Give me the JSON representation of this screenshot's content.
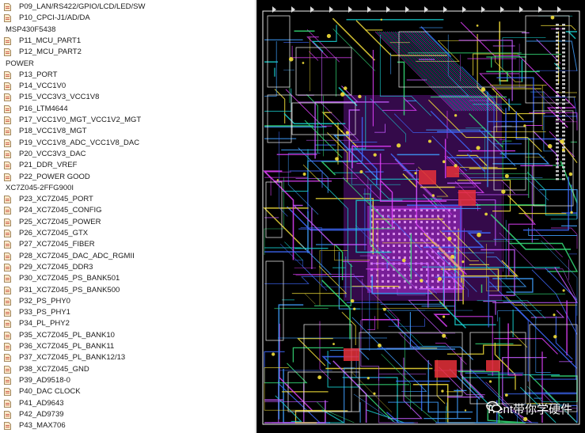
{
  "tree": [
    {
      "type": "page",
      "label": "P09_LAN/RS422/GPIO/LCD/LED/SW"
    },
    {
      "type": "page",
      "label": "P10_CPCI-J1/AD/DA"
    },
    {
      "type": "group",
      "label": "MSP430F5438"
    },
    {
      "type": "page",
      "label": "P11_MCU_PART1"
    },
    {
      "type": "page",
      "label": "P12_MCU_PART2"
    },
    {
      "type": "group",
      "label": "POWER"
    },
    {
      "type": "page",
      "label": "P13_PORT"
    },
    {
      "type": "page",
      "label": "P14_VCC1V0"
    },
    {
      "type": "page",
      "label": "P15_VCC3V3_VCC1V8"
    },
    {
      "type": "page",
      "label": "P16_LTM4644"
    },
    {
      "type": "page",
      "label": "P17_VCC1V0_MGT_VCC1V2_MGT"
    },
    {
      "type": "page",
      "label": "P18_VCC1V8_MGT"
    },
    {
      "type": "page",
      "label": "P19_VCC1V8_ADC_VCC1V8_DAC"
    },
    {
      "type": "page",
      "label": "P20_VCC3V3_DAC"
    },
    {
      "type": "page",
      "label": "P21_DDR_VREF"
    },
    {
      "type": "page",
      "label": "P22_POWER GOOD"
    },
    {
      "type": "group",
      "label": "XC7Z045-2FFG900I"
    },
    {
      "type": "page",
      "label": "P23_XC7Z045_PORT"
    },
    {
      "type": "page",
      "label": "P24_XC7Z045_CONFIG"
    },
    {
      "type": "page",
      "label": "P25_XC7Z045_POWER"
    },
    {
      "type": "page",
      "label": "P26_XC7Z045_GTX"
    },
    {
      "type": "page",
      "label": "P27_XC7Z045_FIBER"
    },
    {
      "type": "page",
      "label": "P28_XC7Z045_DAC_ADC_RGMII"
    },
    {
      "type": "page",
      "label": "P29_XC7Z045_DDR3"
    },
    {
      "type": "page",
      "label": "P30_XC7Z045_PS_BANK501"
    },
    {
      "type": "page",
      "label": "P31_XC7Z045_PS_BANK500"
    },
    {
      "type": "page",
      "label": "P32_PS_PHY0"
    },
    {
      "type": "page",
      "label": "P33_PS_PHY1"
    },
    {
      "type": "page",
      "label": "P34_PL_PHY2"
    },
    {
      "type": "page",
      "label": "P35_XC7Z045_PL_BANK10"
    },
    {
      "type": "page",
      "label": "P36_XC7Z045_PL_BANK11"
    },
    {
      "type": "page",
      "label": "P37_XC7Z045_PL_BANK12/13"
    },
    {
      "type": "page",
      "label": "P38_XC7Z045_GND"
    },
    {
      "type": "page",
      "label": "P39_AD9518-0"
    },
    {
      "type": "page",
      "label": "P40_DAC CLOCK"
    },
    {
      "type": "page",
      "label": "P41_AD9643"
    },
    {
      "type": "page",
      "label": "P42_AD9739"
    },
    {
      "type": "page",
      "label": "P43_MAX706"
    }
  ],
  "watermark": {
    "text": "Trent带你学硬件",
    "icon": "wechat-icon"
  },
  "colors": {
    "pcb_background": "#000000",
    "trace_magenta": "#e040fb",
    "trace_cyan": "#19d3d3",
    "trace_green": "#36e07a",
    "trace_yellow": "#f5e13a",
    "trace_blue": "#3f6bff",
    "outline_white": "#f2f2f2",
    "pad_red": "#e8303a"
  }
}
